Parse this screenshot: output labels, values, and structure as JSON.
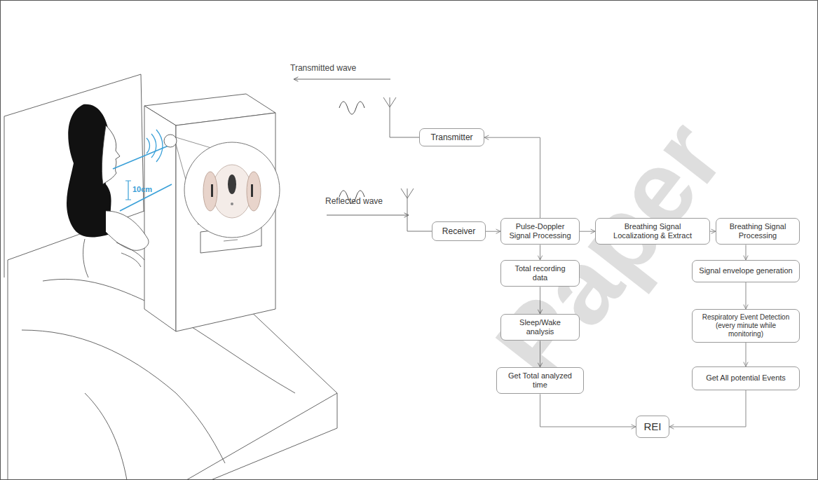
{
  "diagram": {
    "nodes": [
      {
        "text": [
          "Transmitter"
        ]
      },
      {
        "text": [
          "Receiver"
        ]
      },
      {
        "text": [
          "Pulse-Doppler Signal Processing"
        ]
      },
      {
        "text": [
          "Breathing Signal Localizationg & Extract"
        ]
      },
      {
        "text": [
          "Breathing Signal Processing"
        ]
      },
      {
        "text": [
          "Total recording data"
        ]
      },
      {
        "text": [
          "Sleep/Wake analysis"
        ]
      },
      {
        "text": [
          "Get Total analyzed time"
        ]
      },
      {
        "text": [
          "Signal envelope generation"
        ]
      },
      {
        "text": [
          "Respiratory Event Detection (every minute while monitoring)"
        ]
      },
      {
        "text": [
          "Get All potential Events"
        ]
      },
      {
        "text": [
          "REI"
        ]
      }
    ],
    "edges": [
      {
        "from": 2,
        "to": 0,
        "arrow": "to"
      },
      {
        "from": 1,
        "to": 2,
        "arrow": "to"
      },
      {
        "from": 2,
        "to": 3,
        "arrow": "to"
      },
      {
        "from": 3,
        "to": 4,
        "arrow": "to"
      },
      {
        "from": 2,
        "to": 5,
        "arrow": "to"
      },
      {
        "from": 5,
        "to": 6,
        "arrow": "to"
      },
      {
        "from": 6,
        "to": 7,
        "arrow": "to"
      },
      {
        "from": 4,
        "to": 8,
        "arrow": "to"
      },
      {
        "from": 8,
        "to": 9,
        "arrow": "to"
      },
      {
        "from": 9,
        "to": 10,
        "arrow": "to"
      },
      {
        "from": 7,
        "to": 11,
        "arrow": "to"
      },
      {
        "from": 10,
        "to": 11,
        "arrow": "to"
      }
    ],
    "labels": [
      "Transmitted wave",
      "Reflected wave",
      "10cm",
      "Paper"
    ]
  }
}
